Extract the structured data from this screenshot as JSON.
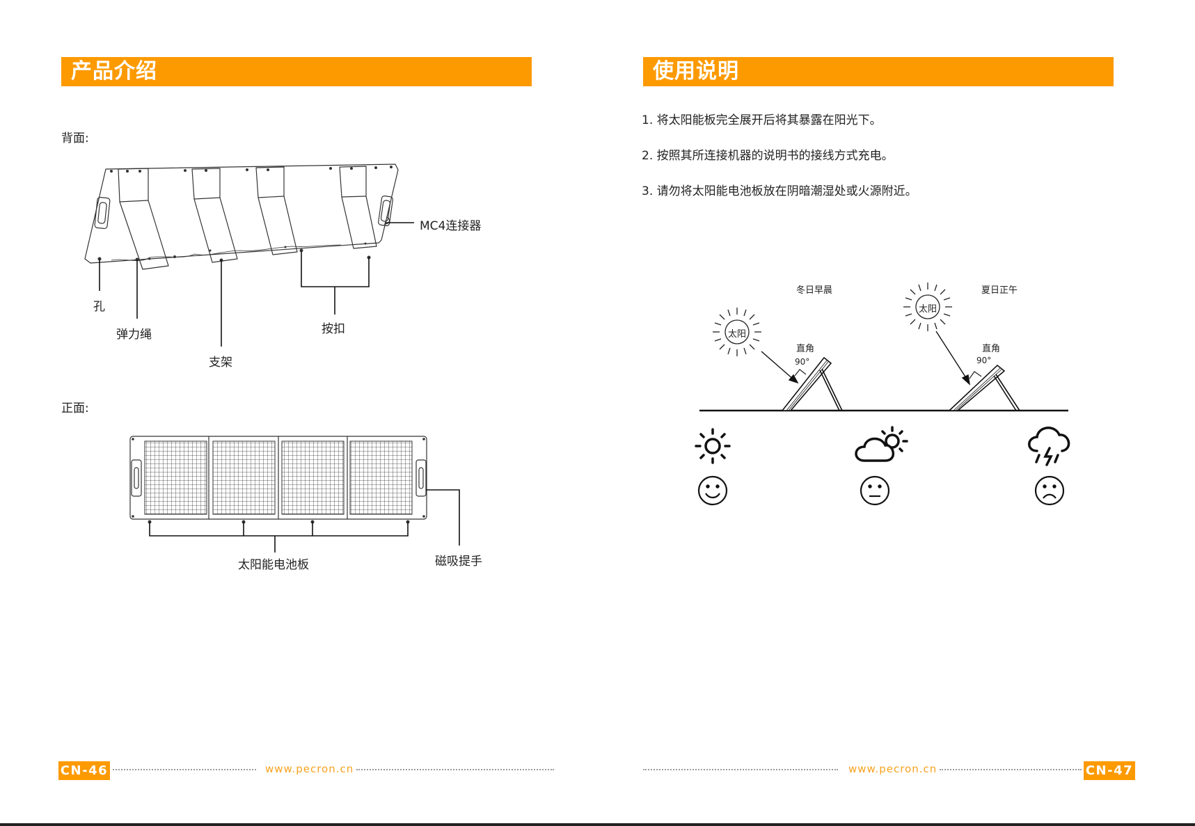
{
  "left_page": {
    "section_title": "产品介绍",
    "back_label": "背面:",
    "front_label": "正面:",
    "callouts": {
      "mc4": "MC4连接器",
      "hole": "孔",
      "bungee": "弹力绳",
      "buckle": "按扣",
      "stand": "支架",
      "solar_panel": "太阳能电池板",
      "handle": "磁吸提手"
    },
    "page_number": "CN-46",
    "website": "www.pecron.cn"
  },
  "right_page": {
    "section_title": "使用说明",
    "steps": [
      "1. 将太阳能板完全展开后将其暴露在阳光下。",
      "2. 按照其所连接机器的说明书的接线方式充电。",
      "3. 请勿将太阳能电池板放在阴暗潮湿处或火源附近。"
    ],
    "diagram": {
      "winter_caption": "冬日早晨",
      "summer_caption": "夏日正午",
      "sun_label": "太阳",
      "right_angle": "直角",
      "degree": "90°"
    },
    "weather_icons": [
      "sunny-icon",
      "partly-cloudy-icon",
      "thunderstorm-icon"
    ],
    "mood_icons": [
      "happy-face-icon",
      "neutral-face-icon",
      "sad-face-icon"
    ],
    "page_number": "CN-47",
    "website": "www.pecron.cn"
  },
  "colors": {
    "accent": "#fd9a00",
    "website_text": "#f7a21f",
    "line": "#222222"
  }
}
